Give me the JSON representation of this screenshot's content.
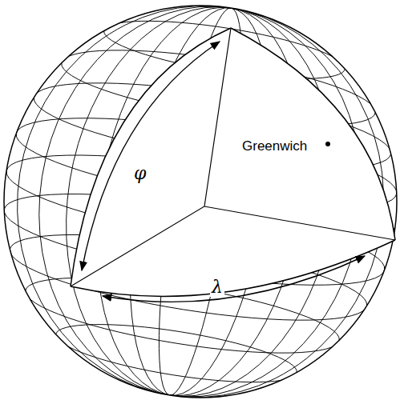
{
  "diagram": {
    "labels": [
      "Greenwich",
      "φ",
      "λ"
    ]
  }
}
